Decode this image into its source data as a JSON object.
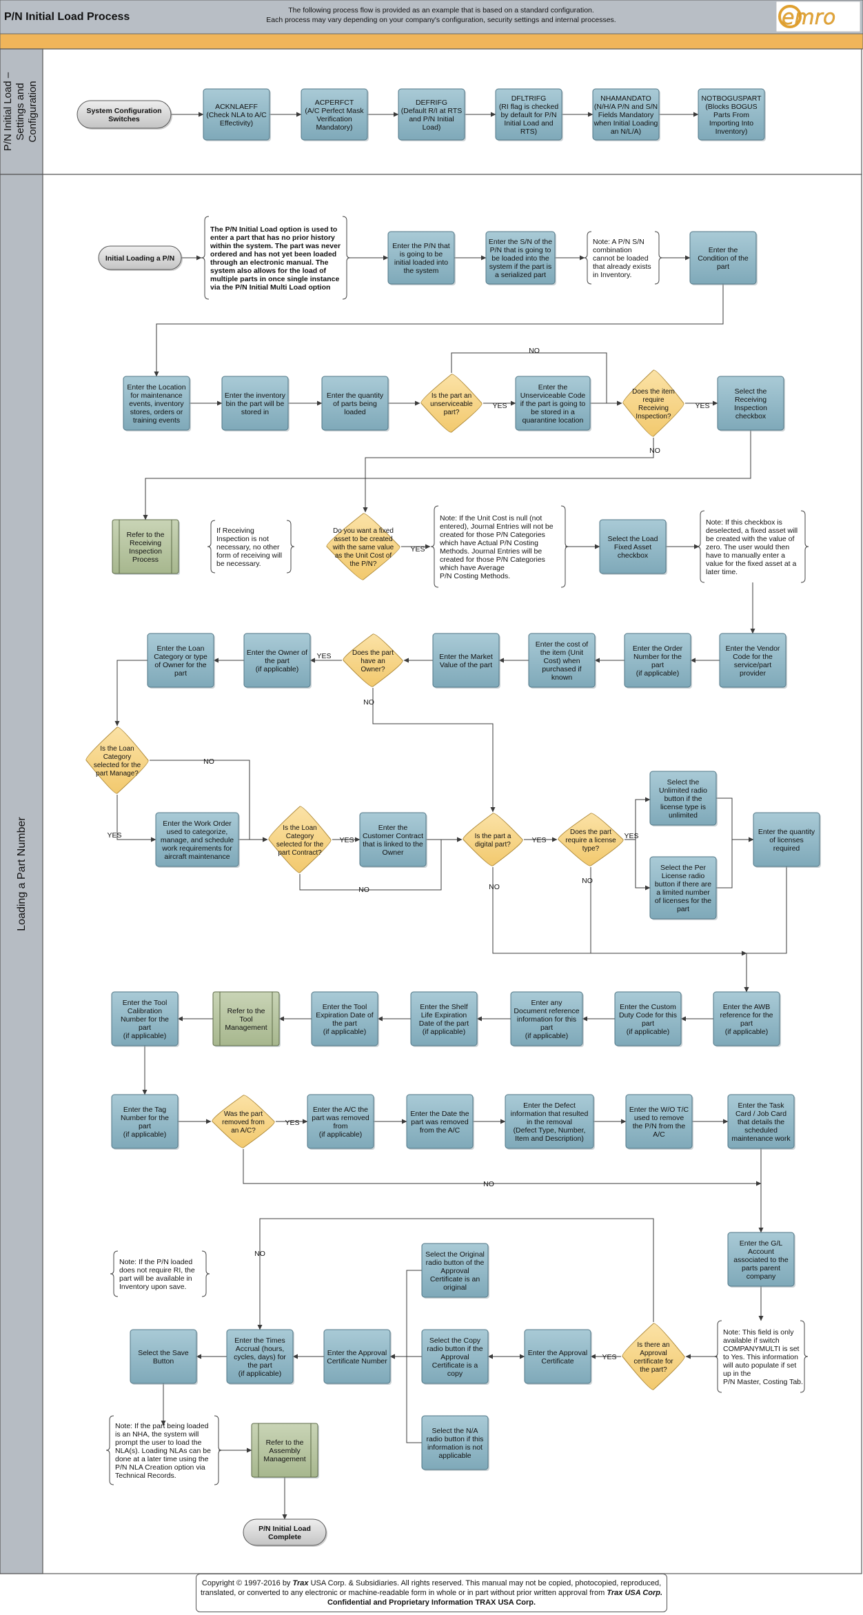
{
  "header": {
    "title": "P/N Initial Load Process",
    "note_line1": "The following process flow is provided as an example that is based on a standard configuration.",
    "note_line2": "Each process may vary depending on your company's configuration, security settings and internal processes.",
    "logo_text": "emro"
  },
  "lanes": {
    "lane1": [
      "P/N Initial Load –",
      "Settings and",
      "Configuration"
    ],
    "lane2": [
      "Loading a Part Number"
    ]
  },
  "nodes": [
    {
      "id": "sys_cfg",
      "shape": "terminal",
      "lines": [
        "System Configuration",
        "Switches"
      ],
      "bold": true
    },
    {
      "id": "acknlaeff",
      "shape": "process",
      "lines": [
        "ACKNLAEFF",
        "(Check NLA to A/C",
        "Effectivity)"
      ]
    },
    {
      "id": "acperfct",
      "shape": "process",
      "lines": [
        "ACPERFCT",
        "(A/C Perfect Mask",
        "Verification",
        "Mandatory)"
      ]
    },
    {
      "id": "defrifg",
      "shape": "process",
      "lines": [
        "DEFRIFG",
        "(Default R/I at RTS",
        "and P/N Initial",
        "Load)"
      ]
    },
    {
      "id": "dfltrifg",
      "shape": "process",
      "lines": [
        "DFLTRIFG",
        "(RI flag is checked",
        "by default for P/N",
        "Initial Load and",
        "RTS)"
      ]
    },
    {
      "id": "nhamandato",
      "shape": "process",
      "lines": [
        "NHAMANDATO",
        "(N/H/A P/N and S/N",
        "Fields Mandatory",
        "when Initial Loading",
        "an N/L/A)"
      ]
    },
    {
      "id": "notbogus",
      "shape": "process",
      "lines": [
        "NOTBOGUSPART",
        "(Blocks BOGUS",
        "Parts From",
        "Importing Into",
        "Inventory)"
      ]
    },
    {
      "id": "init_load",
      "shape": "terminal",
      "lines": [
        "Initial Loading a P/N"
      ],
      "bold": true
    },
    {
      "id": "note_init",
      "shape": "note",
      "lines": [
        "The P/N Initial Load option is used to",
        "enter a part that has no prior history",
        "within the system. The part was never",
        "ordered and has not yet been loaded",
        "through an electronic manual. The",
        "system also allows for the load of",
        "multiple parts in once single instance",
        "via the P/N Initial Multi Load option"
      ],
      "bold": true
    },
    {
      "id": "enter_pn",
      "shape": "process",
      "lines": [
        "Enter the P/N that",
        "is going to be",
        "initial loaded into",
        "the system"
      ]
    },
    {
      "id": "enter_sn",
      "shape": "process",
      "lines": [
        "Enter the S/N of the",
        "P/N that is going to",
        "be loaded into the",
        "system if the part is",
        "a serialized part"
      ]
    },
    {
      "id": "note_psn",
      "shape": "note",
      "lines": [
        "Note: A P/N S/N",
        "combination",
        "cannot be loaded",
        "that already exists",
        "in Inventory."
      ]
    },
    {
      "id": "condition",
      "shape": "process",
      "lines": [
        "Enter the",
        "Condition of the",
        "part"
      ]
    },
    {
      "id": "location",
      "shape": "process",
      "lines": [
        "Enter the Location",
        "for maintenance",
        "events, inventory",
        "stores, orders or",
        "training events"
      ]
    },
    {
      "id": "bin",
      "shape": "process",
      "lines": [
        "Enter the inventory",
        "bin the part will be",
        "stored in"
      ]
    },
    {
      "id": "quantity",
      "shape": "process",
      "lines": [
        "Enter the quantity",
        "of parts being",
        "loaded"
      ]
    },
    {
      "id": "unserv_q",
      "shape": "decision",
      "lines": [
        "Is the part an",
        "unserviceable",
        "part?"
      ]
    },
    {
      "id": "unserv_code",
      "shape": "process",
      "lines": [
        "Enter the",
        "Unserviceable Code",
        "if the part is going to",
        "be stored in a",
        "quarantine location"
      ]
    },
    {
      "id": "ri_q",
      "shape": "decision",
      "lines": [
        "Does the item",
        "require",
        "Receiving",
        "Inspection?"
      ]
    },
    {
      "id": "ri_check",
      "shape": "process",
      "lines": [
        "Select the",
        "Receiving",
        "Inspection",
        "checkbox"
      ]
    },
    {
      "id": "ri_ref",
      "shape": "subprocess",
      "lines": [
        "Refer to the",
        "Receiving",
        "Inspection",
        "Process"
      ]
    },
    {
      "id": "note_ri",
      "shape": "note",
      "lines": [
        "If Receiving",
        "Inspection is not",
        "necessary, no other",
        "form of receiving will",
        "be necessary."
      ]
    },
    {
      "id": "fa_q",
      "shape": "decision",
      "lines": [
        "Do you want a fixed",
        "asset to be created",
        "with the same value",
        "as the Unit Cost of",
        "the P/N?"
      ]
    },
    {
      "id": "note_uc",
      "shape": "note",
      "lines": [
        "Note: If the Unit Cost is null (not",
        "entered), Journal Entries will not be",
        "created for those P/N Categories",
        "which have Actual P/N Costing",
        "Methods. Journal Entries will be",
        "created for those P/N Categories",
        "which have Average",
        "P/N Costing Methods."
      ]
    },
    {
      "id": "fa_check",
      "shape": "process",
      "lines": [
        "Select the Load",
        "Fixed Asset",
        "checkbox"
      ]
    },
    {
      "id": "note_fa",
      "shape": "note",
      "lines": [
        "Note: If this checkbox is",
        "deselected, a fixed asset will",
        "be created with the value of",
        "zero. The user would then",
        "have to manually enter a",
        "value for the fixed asset at a",
        "later time."
      ]
    },
    {
      "id": "vendor",
      "shape": "process",
      "lines": [
        "Enter the Vendor",
        "Code for the",
        "service/part",
        "provider"
      ]
    },
    {
      "id": "order",
      "shape": "process",
      "lines": [
        "Enter the Order",
        "Number for the",
        "part",
        "(if applicable)"
      ]
    },
    {
      "id": "cost",
      "shape": "process",
      "lines": [
        "Enter the cost of",
        "the item (Unit",
        "Cost) when",
        "purchased if",
        "known"
      ]
    },
    {
      "id": "market",
      "shape": "process",
      "lines": [
        "Enter the Market",
        "Value of the part"
      ]
    },
    {
      "id": "owner_q",
      "shape": "decision",
      "lines": [
        "Does the part",
        "have an",
        "Owner?"
      ]
    },
    {
      "id": "owner",
      "shape": "process",
      "lines": [
        "Enter the Owner of",
        "the part",
        "(if applicable)"
      ]
    },
    {
      "id": "loan_cat",
      "shape": "process",
      "lines": [
        "Enter the Loan",
        "Category or type",
        "of Owner for the",
        "part"
      ]
    },
    {
      "id": "manage_q",
      "shape": "decision",
      "lines": [
        "Is the Loan",
        "Category",
        "selected for the",
        "part Manage?"
      ]
    },
    {
      "id": "wo",
      "shape": "process",
      "lines": [
        "Enter the Work Order",
        "used to categorize,",
        "manage, and schedule",
        "work requirements for",
        "aircraft maintenance"
      ]
    },
    {
      "id": "contract_q",
      "shape": "decision",
      "lines": [
        "Is the Loan",
        "Category",
        "selected for the",
        "part Contract?"
      ]
    },
    {
      "id": "contract",
      "shape": "process",
      "lines": [
        "Enter the",
        "Customer Contract",
        "that is linked to the",
        "Owner"
      ]
    },
    {
      "id": "digital_q",
      "shape": "decision",
      "lines": [
        "Is the part a",
        "digital part?"
      ]
    },
    {
      "id": "license_q",
      "shape": "decision",
      "lines": [
        "Does the part",
        "require a license",
        "type?"
      ]
    },
    {
      "id": "unlimited",
      "shape": "process",
      "lines": [
        "Select the",
        "Unlimited radio",
        "button if the",
        "license type is",
        "unlimited"
      ]
    },
    {
      "id": "perlicense",
      "shape": "process",
      "lines": [
        "Select the Per",
        "License radio",
        "button if there are",
        "a limited number",
        "of licenses for the",
        "part"
      ]
    },
    {
      "id": "qty_lic",
      "shape": "process",
      "lines": [
        "Enter the quantity",
        "of licenses",
        "required"
      ]
    },
    {
      "id": "awb",
      "shape": "process",
      "lines": [
        "Enter the AWB",
        "reference for the",
        "part",
        "(if applicable)"
      ]
    },
    {
      "id": "duty",
      "shape": "process",
      "lines": [
        "Enter the Custom",
        "Duty Code for this",
        "part",
        "(if applicable)"
      ]
    },
    {
      "id": "docref",
      "shape": "process",
      "lines": [
        "Enter any",
        "Document reference",
        "information for this",
        "part",
        "(if applicable)"
      ]
    },
    {
      "id": "shelf",
      "shape": "process",
      "lines": [
        "Enter the Shelf",
        "Life Expiration",
        "Date of the part",
        "(if applicable)"
      ]
    },
    {
      "id": "toolexp",
      "shape": "process",
      "lines": [
        "Enter the Tool",
        "Expiration Date of",
        "the part",
        "(if applicable)"
      ]
    },
    {
      "id": "toolmgmt",
      "shape": "subprocess",
      "lines": [
        "Refer to the",
        "Tool",
        "Management"
      ]
    },
    {
      "id": "toolcal",
      "shape": "process",
      "lines": [
        "Enter the Tool",
        "Calibration",
        "Number for the",
        "part",
        "(if applicable)"
      ]
    },
    {
      "id": "tag",
      "shape": "process",
      "lines": [
        "Enter the Tag",
        "Number for the",
        "part",
        "(if applicable)"
      ]
    },
    {
      "id": "removed_q",
      "shape": "decision",
      "lines": [
        "Was the part",
        "removed from",
        "an A/C?"
      ]
    },
    {
      "id": "ac",
      "shape": "process",
      "lines": [
        "Enter the A/C the",
        "part was removed",
        "from",
        "(if applicable)"
      ]
    },
    {
      "id": "date_rem",
      "shape": "process",
      "lines": [
        "Enter the Date the",
        "part was removed",
        "from the A/C"
      ]
    },
    {
      "id": "defect",
      "shape": "process",
      "lines": [
        "Enter the Defect",
        "information that resulted",
        "in the removal",
        "(Defect Type, Number,",
        "Item and Description)"
      ]
    },
    {
      "id": "wotc",
      "shape": "process",
      "lines": [
        "Enter the W/O T/C",
        "used to remove",
        "the P/N from the",
        "A/C"
      ]
    },
    {
      "id": "taskcard",
      "shape": "process",
      "lines": [
        "Enter the Task",
        "Card / Job Card",
        "that details the",
        "scheduled",
        "maintenance work"
      ]
    },
    {
      "id": "gl",
      "shape": "process",
      "lines": [
        "Enter the G/L",
        "Account",
        "associated to the",
        "parts parent",
        "company"
      ]
    },
    {
      "id": "note_gl",
      "shape": "note",
      "lines": [
        "Note: This field is only",
        "available if switch",
        "COMPANYMULTI is set",
        "to Yes. This information",
        "will auto populate if set",
        "up in the",
        "P/N Master, Costing Tab."
      ]
    },
    {
      "id": "approval_q",
      "shape": "decision",
      "lines": [
        "Is there an",
        "Approval",
        "certificate for",
        "the part?"
      ]
    },
    {
      "id": "approval_cert",
      "shape": "process",
      "lines": [
        "Enter the Approval",
        "Certificate"
      ]
    },
    {
      "id": "orig",
      "shape": "process",
      "lines": [
        "Select the Original",
        "radio button of the",
        "Approval",
        "Certificate is an",
        "original"
      ]
    },
    {
      "id": "copy",
      "shape": "process",
      "lines": [
        "Select the Copy",
        "radio button if the",
        "Approval",
        "Certificate is a",
        "copy"
      ]
    },
    {
      "id": "na",
      "shape": "process",
      "lines": [
        "Select the N/A",
        "radio button if this",
        "information is not",
        "applicable"
      ]
    },
    {
      "id": "appr_num",
      "shape": "process",
      "lines": [
        "Enter the Approval",
        "Certificate Number"
      ]
    },
    {
      "id": "times",
      "shape": "process",
      "lines": [
        "Enter the Times",
        "Accrual (hours,",
        "cycles, days) for",
        "the part",
        "(if applicable)"
      ]
    },
    {
      "id": "save",
      "shape": "process",
      "lines": [
        "Select the Save",
        "Button"
      ]
    },
    {
      "id": "note_save",
      "shape": "note",
      "lines": [
        "Note: If the P/N loaded",
        "does not require RI, the",
        "part will be available in",
        "Inventory upon save."
      ]
    },
    {
      "id": "note_nha",
      "shape": "note",
      "lines": [
        "Note: If the part being loaded",
        "is an NHA, the system will",
        "prompt the user to load the",
        "NLA(s). Loading NLAs can be",
        "done at a later time using the",
        "P/N NLA Creation option via",
        "Technical Records."
      ]
    },
    {
      "id": "assembly",
      "shape": "subprocess",
      "lines": [
        "Refer to the",
        "Assembly",
        "Management"
      ]
    },
    {
      "id": "complete",
      "shape": "terminal",
      "lines": [
        "P/N Initial Load",
        "Complete"
      ],
      "bold": true
    }
  ],
  "edge_labels": {
    "yes": "YES",
    "no": "NO"
  },
  "footer": {
    "line1_a": "Copyright © 1997-2016 by ",
    "line1_b": "Trax",
    "line1_c": " USA Corp. & Subsidiaries. All rights reserved. This manual may not be copied, photocopied, reproduced,",
    "line2_a": "translated, or converted  to any electronic or machine-readable form in whole or in part without prior written approval from ",
    "line2_b": "Trax USA Corp.",
    "line3": "Confidential and Proprietary Information TRAX USA Corp."
  },
  "colors": {
    "process": "#8fb6c4",
    "decision": "#f7d58c",
    "subprocess": "#b7c4a4",
    "terminal": "#d4d4d4",
    "lane_header": "#b6bcc3",
    "orange_bar": "#f0b55a"
  }
}
